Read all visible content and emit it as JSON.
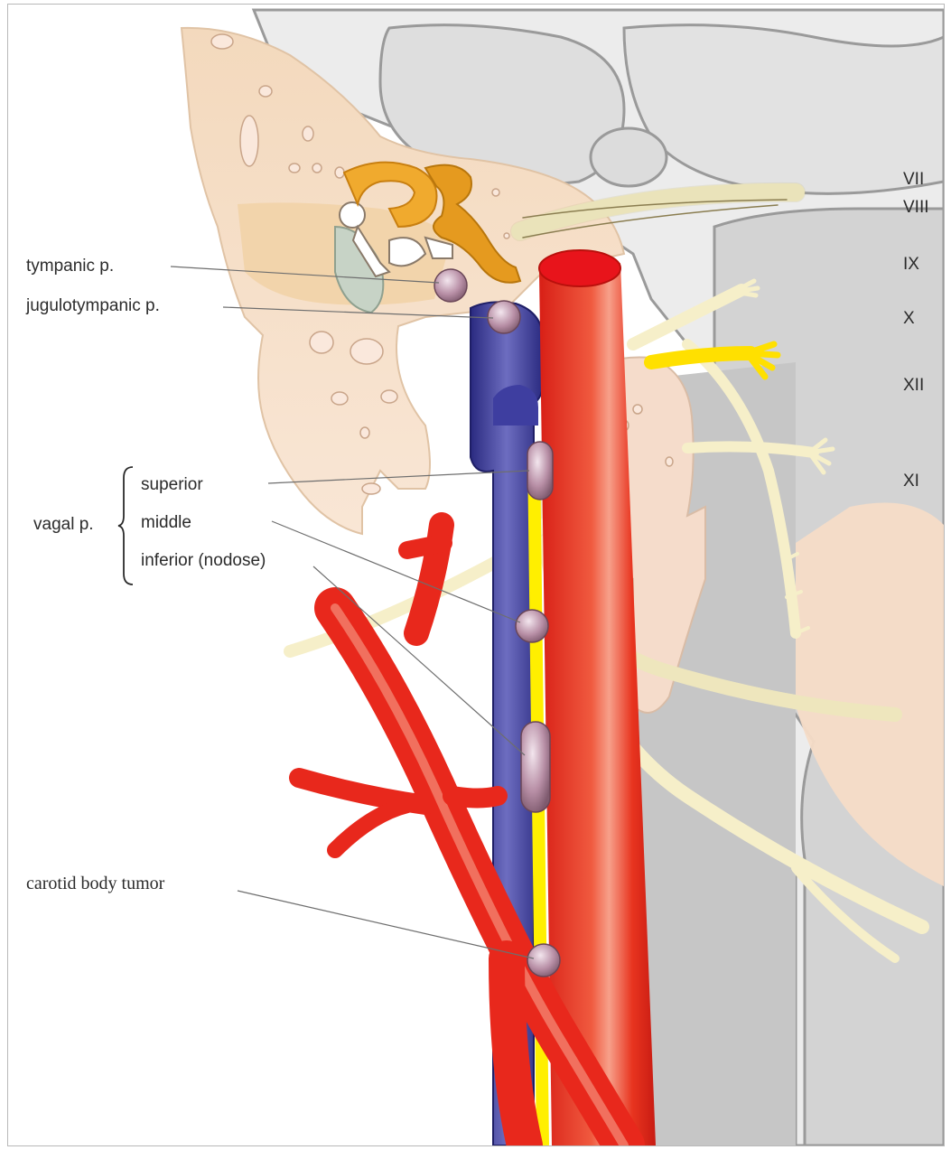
{
  "figure": {
    "labels": {
      "tympanic": "tympanic p.",
      "jugulotympanic": "jugulotympanic p.",
      "vagal": "vagal p.",
      "superior": "superior",
      "middle": "middle",
      "inferior": "inferior (nodose)",
      "carotid_body": "carotid body tumor"
    },
    "nerves": {
      "vii": "VII",
      "viii": "VIII",
      "ix": "IX",
      "x": "X",
      "xii": "XII",
      "xi": "XI"
    }
  },
  "colors": {
    "artery": "#e8281c",
    "vein": "#33338f",
    "vagus_nerve": "#ffef00",
    "hypoglossal_nerve": "#ffe000",
    "nerve": "#f6efc9",
    "bone": "#f6dcc3",
    "cochlea": "#e8a02a",
    "paraganglioma": "#b0849a",
    "background_gray": "#d9d9d9"
  }
}
